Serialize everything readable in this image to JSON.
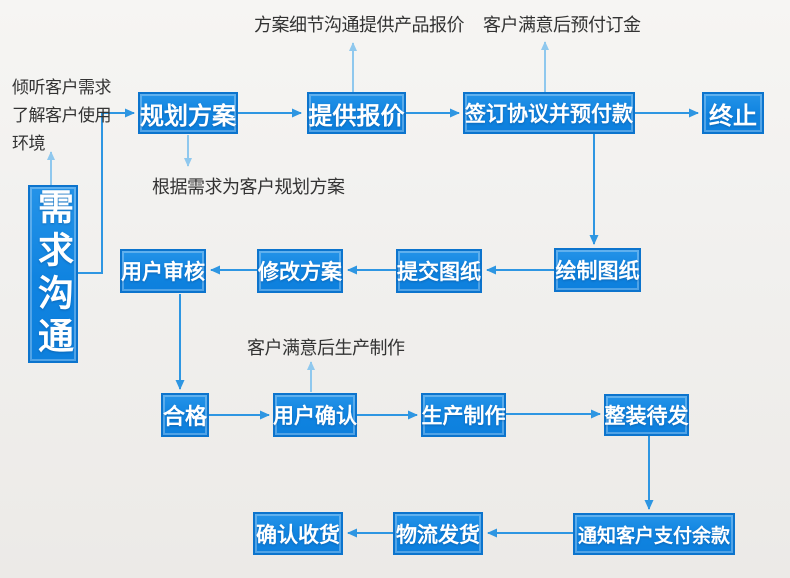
{
  "diagram": {
    "type": "flowchart",
    "language": "zh-CN",
    "topic": "customer order and production process"
  },
  "nodes": [
    {
      "id": "demand",
      "label": "需求沟通"
    },
    {
      "id": "plan",
      "label": "规划方案"
    },
    {
      "id": "quote",
      "label": "提供报价"
    },
    {
      "id": "sign",
      "label": "签订协议并预付款"
    },
    {
      "id": "terminate",
      "label": "终止"
    },
    {
      "id": "review",
      "label": "用户审核"
    },
    {
      "id": "revise",
      "label": "修改方案"
    },
    {
      "id": "submit",
      "label": "提交图纸"
    },
    {
      "id": "draw",
      "label": "绘制图纸"
    },
    {
      "id": "qualified",
      "label": "合格"
    },
    {
      "id": "confirm",
      "label": "用户确认"
    },
    {
      "id": "produce",
      "label": "生产制作"
    },
    {
      "id": "ready",
      "label": "整装待发"
    },
    {
      "id": "notify",
      "label": "通知客户支付余款"
    },
    {
      "id": "ship",
      "label": "物流发货"
    },
    {
      "id": "receive",
      "label": "确认收货"
    }
  ],
  "annotations": {
    "listen": {
      "line1": "倾听客户需求",
      "line2": "了解客户使用",
      "line3": "环境"
    },
    "quote_note": "方案细节沟通提供产品报价",
    "deposit_note": "客户满意后预付订金",
    "plan_note": "根据需求为客户规划方案",
    "produce_note": "客户满意后生产制作"
  },
  "edges": [
    {
      "from": "demand",
      "to": "plan"
    },
    {
      "from": "plan",
      "to": "quote"
    },
    {
      "from": "quote",
      "to": "sign"
    },
    {
      "from": "sign",
      "to": "terminate"
    },
    {
      "from": "sign",
      "to": "draw"
    },
    {
      "from": "draw",
      "to": "submit"
    },
    {
      "from": "submit",
      "to": "revise"
    },
    {
      "from": "revise",
      "to": "review"
    },
    {
      "from": "review",
      "to": "qualified"
    },
    {
      "from": "qualified",
      "to": "confirm"
    },
    {
      "from": "confirm",
      "to": "produce"
    },
    {
      "from": "produce",
      "to": "ready"
    },
    {
      "from": "ready",
      "to": "notify"
    },
    {
      "from": "notify",
      "to": "ship"
    },
    {
      "from": "ship",
      "to": "receive"
    },
    {
      "from": "demand",
      "to": "listen-note"
    },
    {
      "from": "plan",
      "to": "plan-note"
    },
    {
      "from": "quote",
      "to": "quote-note"
    },
    {
      "from": "sign",
      "to": "deposit-note"
    },
    {
      "from": "confirm",
      "to": "produce-note"
    }
  ],
  "colors": {
    "node_fill": "#1186e2",
    "node_border": "#0c74cd",
    "node_text": "#ffffff",
    "arrow_main": "#2e96e2",
    "arrow_light": "#8fc8ee",
    "annotation_text": "#333333",
    "background": "#f1f0ee"
  }
}
